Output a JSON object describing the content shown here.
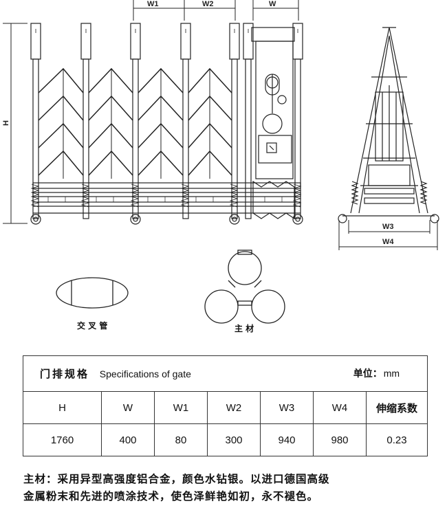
{
  "dimensions": {
    "w1": "W1",
    "w2": "W2",
    "w": "W",
    "h": "H",
    "w3": "W3",
    "w4": "W4"
  },
  "captions": {
    "cross_tube": "交 叉 管",
    "main_material": "主 材"
  },
  "spec_table": {
    "title_cn": "门排规格",
    "title_en": "Specifications of gate",
    "unit_label": "单位：",
    "unit_value": "mm",
    "headers": [
      "H",
      "W",
      "W1",
      "W2",
      "W3",
      "W4",
      "伸缩系数"
    ],
    "values": [
      "1760",
      "400",
      "80",
      "300",
      "940",
      "980",
      "0.23"
    ]
  },
  "description": {
    "line1": "主材：采用异型高强度铝合金，颜色水钻银。以进口德国高级",
    "line2": "金属粉末和先进的喷涂技术，使色泽鲜艳如初，永不褪色。"
  },
  "colors": {
    "line": "#222222",
    "background": "#ffffff"
  }
}
